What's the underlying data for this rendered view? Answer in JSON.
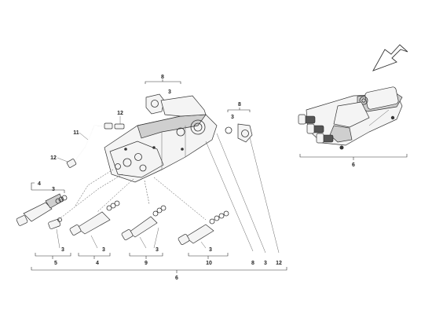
{
  "labels": {
    "cover_group_left": "8",
    "cover_left_oring": "3",
    "cover_group_right": "8",
    "cover_right_oring": "3",
    "pipe_fitting_top": "12",
    "pipe": "11",
    "pipe_fitting_bottom": "12",
    "valve_group": "4",
    "valve_group_oring": "3",
    "bottom_5_oring": "3",
    "bottom_5": "5",
    "bottom_4_oring": "3",
    "bottom_4": "4",
    "bottom_9_oring": "3",
    "bottom_9": "9",
    "bottom_10_oring": "3",
    "bottom_10": "10",
    "bottom_right_a": "8",
    "bottom_right_b": "3",
    "bottom_right_c": "12",
    "assembly_main": "6",
    "assembly_inset": "6"
  }
}
